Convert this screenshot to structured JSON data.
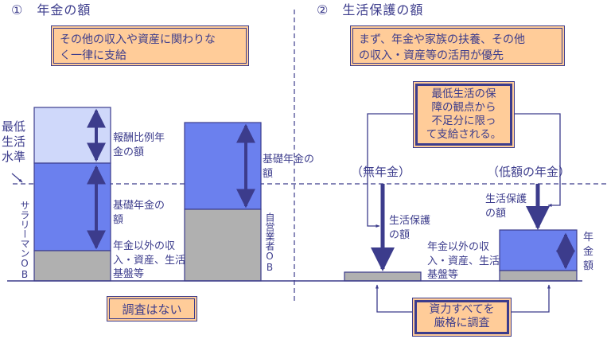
{
  "colors": {
    "text": "#3c3c8c",
    "box_fill": "#ffcc99",
    "light_blue": "#cfd8fa",
    "mid_blue": "#6b80ee",
    "gray": "#b0b0b0"
  },
  "left": {
    "title": "①　年金の額",
    "note_box": [
      "その他の収入や資産に関わりな",
      " く一律に支給"
    ],
    "min_living_label": [
      "最低",
      "生活",
      "水準"
    ],
    "salaryman": {
      "label": "サラリーマンOB",
      "earnings_related_label": [
        "報酬比例年",
        "金の額"
      ],
      "basic_pension_label": [
        "基礎年金の",
        "額"
      ],
      "other_assets_label": [
        "年金以外の収",
        "入・資産、生活",
        "基盤等"
      ]
    },
    "self_employed": {
      "label": "自営業者OB",
      "basic_pension_label": [
        "基礎年金の",
        "額"
      ]
    },
    "bottom_box": "調査はない"
  },
  "right": {
    "title": "②　生活保護の額",
    "note_box": [
      "まず、年金や家族の扶養、その他",
      "の収入・資産等の活用が優先"
    ],
    "center_box": [
      "最低生活の保",
      "障の観点から",
      "不足分に限っ",
      "て支給される。"
    ],
    "no_pension": {
      "heading": "（無年金）",
      "welfare_label": [
        "生活保護",
        "の額"
      ]
    },
    "low_pension": {
      "heading": "（低額の年金）",
      "welfare_label": [
        "生活保護",
        "の額"
      ],
      "pension_label": [
        "年",
        "金",
        "額"
      ]
    },
    "other_assets_label": [
      "年金以外の収",
      "入・資産、生活",
      "基盤等"
    ],
    "bottom_box": [
      "資力すべてを",
      "厳格に調査"
    ]
  }
}
